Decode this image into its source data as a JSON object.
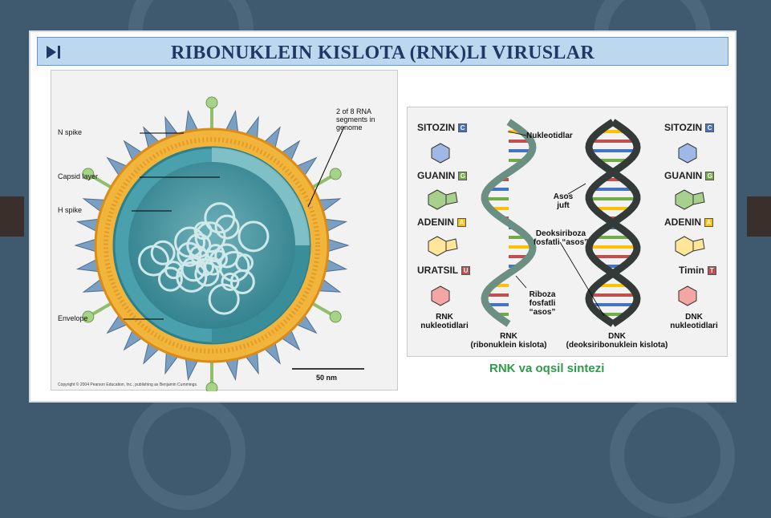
{
  "title": "RIBONUKLEIN KISLOTA (RNK)LI VIRUSLAR",
  "virus": {
    "n_spike": "N spike",
    "capsid_layer": "Capsid layer",
    "h_spike": "H spike",
    "envelope": "Envelope",
    "rna_segments": "2 of 8 RNA segments in genome",
    "scale": "50 nm",
    "copyright": "Copyright © 2004 Pearson Education, Inc., publishing as Benjamin Cummings."
  },
  "dna_rna": {
    "left_bases": [
      {
        "name": "SITOZIN",
        "letter": "C",
        "color": "#4472c4"
      },
      {
        "name": "GUANIN",
        "letter": "G",
        "color": "#70ad47"
      },
      {
        "name": "ADENIN",
        "letter": "A",
        "color": "#ffc000"
      },
      {
        "name": "URATSIL",
        "letter": "U",
        "color": "#c0504d"
      }
    ],
    "right_bases": [
      {
        "name": "SITOZIN",
        "letter": "C",
        "color": "#4472c4"
      },
      {
        "name": "GUANIN",
        "letter": "G",
        "color": "#70ad47"
      },
      {
        "name": "ADENIN",
        "letter": "A",
        "color": "#ffc000"
      },
      {
        "name": "Timin",
        "letter": "T",
        "color": "#c0504d"
      }
    ],
    "rnk_nucleotides": "RNK nukleotidlari",
    "dnk_nucleotides": "DNK nukleotidlari",
    "nukleotidlar": "Nukleotidlar",
    "asos_juft": "Asos juft",
    "deoksiriboza": "Deoksiriboza fosfatli “asos”",
    "riboza": "Riboza fosfatli “asos”",
    "rnk_label": "RNK",
    "rnk_full": "(ribonuklein kislota)",
    "dnk_label": "DNK",
    "dnk_full": "(deoksiribonuklein kislota)"
  },
  "caption": "RNK va oqsil sintezi"
}
